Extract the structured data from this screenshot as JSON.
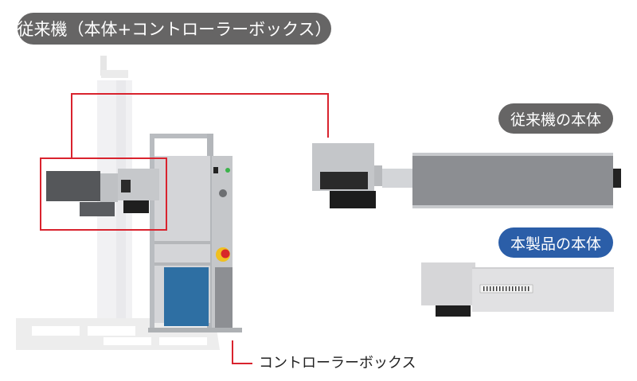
{
  "labels": {
    "conventional_full": "従来機（本体+コントローラーボックス）",
    "conventional_body": "従来機の本体",
    "our_body": "本製品の本体",
    "controller_box": "コントローラーボックス"
  },
  "colors": {
    "gray_pill": "#666565",
    "blue_pill": "#2b5ea8",
    "callout_line": "#d9232e",
    "controller_blue_panel": "#2e6fa3"
  }
}
